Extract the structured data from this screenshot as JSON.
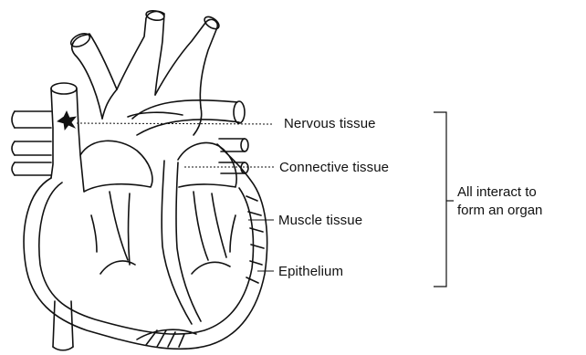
{
  "diagram": {
    "labels": [
      {
        "key": "nervous",
        "text": "Nervous tissue"
      },
      {
        "key": "connective",
        "text": "Connective tissue"
      },
      {
        "key": "muscle",
        "text": "Muscle tissue"
      },
      {
        "key": "epithelium",
        "text": "Epithelium"
      }
    ],
    "group_label": {
      "line1": "All interact to",
      "line2": "form an organ"
    }
  },
  "colors": {
    "ink": "#111111",
    "background": "#ffffff"
  }
}
